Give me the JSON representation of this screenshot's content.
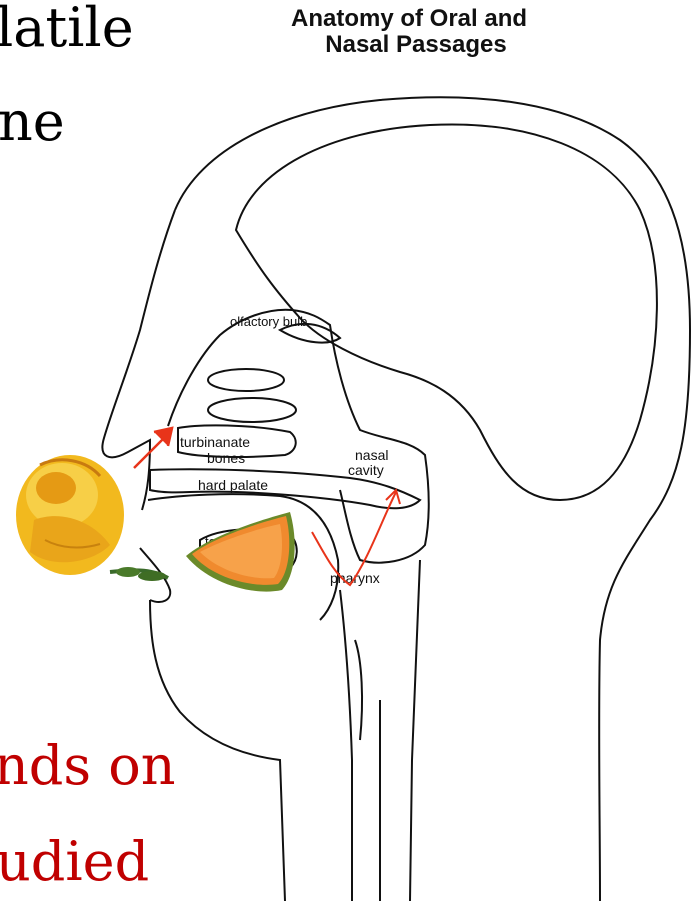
{
  "slide": {
    "top_line_1": "latile",
    "top_line_2": "ne",
    "bottom_line_1": "nds on",
    "bottom_line_2": "udied",
    "bottom_text_color": "#c00000"
  },
  "diagram": {
    "title_line_1": "Anatomy  of Oral and",
    "title_line_2": "Nasal  Passages",
    "labels": {
      "olfactory_bulb": "olfactory bulb",
      "turbinate_1": "turbinanate",
      "turbinate_2": "bones",
      "nasal_1": "nasal",
      "nasal_2": "cavity",
      "hard_palate": "hard palate",
      "tongue": "tongue",
      "pharynx": "pharynx"
    },
    "arrow_color": "#e8341a",
    "icons": [
      "rose-image",
      "cantaloupe-slice-image"
    ]
  }
}
